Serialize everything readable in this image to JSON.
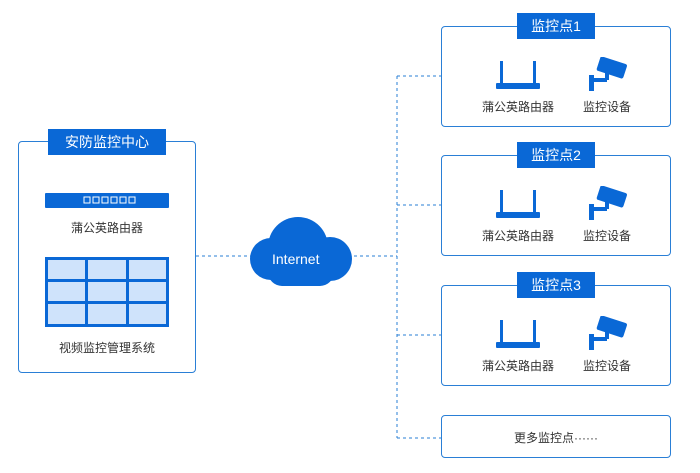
{
  "center": {
    "title": "安防监控中心",
    "router_label": "蒲公英路由器",
    "vms_label": "视频监控管理系统"
  },
  "cloud": {
    "label": "Internet"
  },
  "sites": [
    {
      "title": "监控点1",
      "router_label": "蒲公英路由器",
      "camera_label": "监控设备"
    },
    {
      "title": "监控点2",
      "router_label": "蒲公英路由器",
      "camera_label": "监控设备"
    },
    {
      "title": "监控点3",
      "router_label": "蒲公英路由器",
      "camera_label": "监控设备"
    }
  ],
  "more": {
    "label": "更多监控点······"
  },
  "colors": {
    "accent": "#0a68d6",
    "line": "#2a7fd6",
    "cell": "#cfe3fb"
  }
}
